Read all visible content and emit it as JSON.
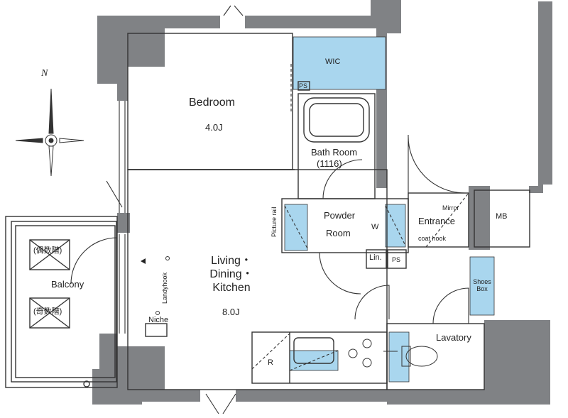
{
  "compass": {
    "north_label": "N"
  },
  "rooms": {
    "bedroom": {
      "name": "Bedroom",
      "size": "4.0J"
    },
    "wic": {
      "name": "WIC"
    },
    "ps_top": {
      "name": "PS"
    },
    "bath": {
      "name": "Bath Room",
      "spec": "(1116)"
    },
    "powder": {
      "name_line1": "Powder",
      "name_line2": "Room"
    },
    "washer": {
      "name": "W"
    },
    "linen": {
      "name": "Lin."
    },
    "ps_mid": {
      "name": "PS"
    },
    "entrance": {
      "name": "Entrance"
    },
    "mirror": {
      "name": "Mirror"
    },
    "coat_hook": {
      "name": "coat hook"
    },
    "mb": {
      "name": "MB"
    },
    "shoes_box": {
      "name_line1": "Shoes",
      "name_line2": "Box"
    },
    "ldk": {
      "line1": "Living・",
      "line2": "Dining・",
      "line3": "Kitchen",
      "size": "8.0J"
    },
    "picture_rail": {
      "name": "Picture rail"
    },
    "landyhook": {
      "name": "Landyhook"
    },
    "niche": {
      "name": "Niche"
    },
    "fridge": {
      "name": "R"
    },
    "lavatory": {
      "name": "Lavatory"
    },
    "balcony": {
      "name": "Balcony",
      "even_floor": "(偶数階)",
      "odd_floor": "(奇数階)"
    }
  },
  "colors": {
    "wall": "#808285",
    "fixture_blue": "#a9d6ee",
    "line": "#333333"
  }
}
